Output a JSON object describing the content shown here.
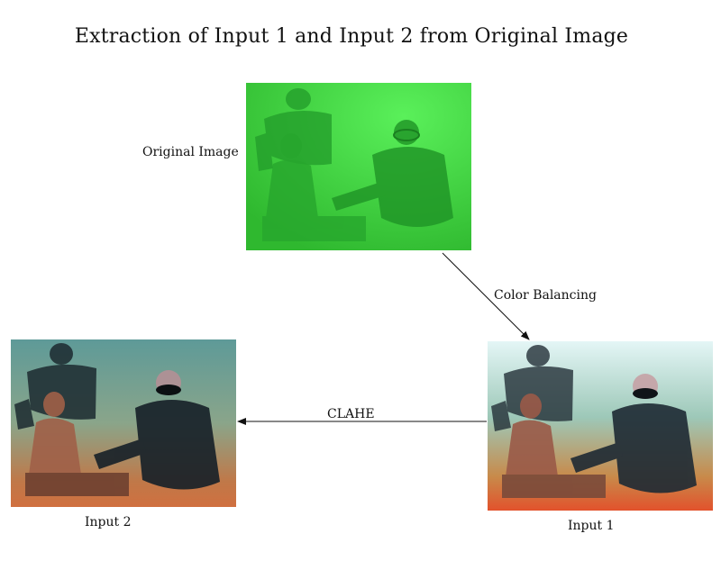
{
  "title": "Extraction of Input 1 and Input 2 from Original Image",
  "labels": {
    "original": "Original Image",
    "color_balancing": "Color Balancing",
    "clahe": "CLAHE",
    "input1": "Input 1",
    "input2": "Input 2"
  },
  "images": {
    "original": {
      "content": "green-tinted underwater photo of two divers beside a seated statue"
    },
    "input1": {
      "content": "color-balanced underwater photo of two divers beside a seated statue"
    },
    "input2": {
      "content": "contrast-enhanced underwater photo of two divers beside a seated statue"
    }
  },
  "colors": {
    "original_tint": "#3fe03f",
    "input1_top": "#d8f0f0",
    "input1_bottom": "#e0502a",
    "input2_top": "#6aa6a0",
    "input2_bottom": "#c86a3a"
  }
}
